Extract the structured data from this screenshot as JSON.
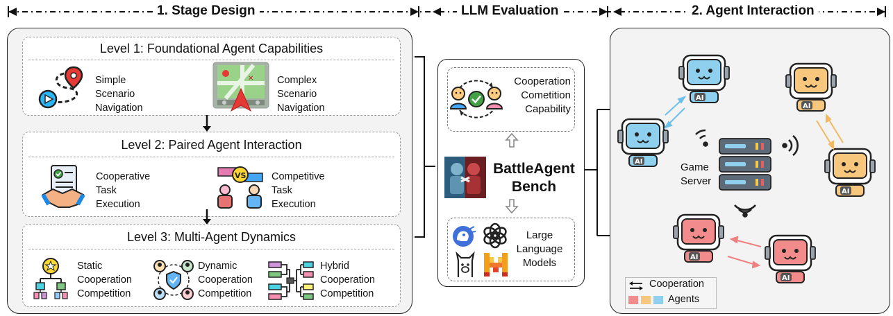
{
  "headers": {
    "stage_design": "1. Stage Design",
    "llm_evaluation": "LLM Evaluation",
    "agent_interaction": "2. Agent Interaction"
  },
  "levels": [
    {
      "title": "Level 1: Foundational Agent Capabilities",
      "items": [
        {
          "icon": "map-route-icon",
          "label_lines": [
            "Simple",
            "Scenario",
            "Navigation"
          ]
        },
        {
          "icon": "navigation-map-icon",
          "label_lines": [
            "Complex",
            "Scenario",
            "Navigation"
          ]
        }
      ]
    },
    {
      "title": "Level 2: Paired Agent Interaction",
      "items": [
        {
          "icon": "handshake-contract-icon",
          "label_lines": [
            "Cooperative",
            "Task",
            "Execution"
          ]
        },
        {
          "icon": "versus-players-icon",
          "label_lines": [
            "Competitive",
            "Task",
            "Execution"
          ]
        }
      ]
    },
    {
      "title": "Level 3: Multi-Agent Dynamics",
      "items": [
        {
          "icon": "hierarchy-star-icon",
          "label_lines": [
            "Static",
            "Cooperation",
            "Competition"
          ]
        },
        {
          "icon": "shield-cycle-icon",
          "label_lines": [
            "Dynamic",
            "Cooperation",
            "Competition"
          ]
        },
        {
          "icon": "hybrid-tree-icon",
          "label_lines": [
            "Hybrid",
            "Cooperation",
            "Competition"
          ]
        }
      ]
    }
  ],
  "evaluation": {
    "capability": {
      "icon": "cooperation-check-icon",
      "label_lines": [
        "Cooperation",
        "Cometition",
        "Capability"
      ]
    },
    "bench": {
      "icon": "battle-robots-icon",
      "label_lines": [
        "BattleAgent",
        "Bench"
      ]
    },
    "models": {
      "icons": [
        "llm-logo-icon",
        "openai-logo-icon",
        "llama-logo-icon",
        "mistral-logo-icon"
      ],
      "label_lines": [
        "Large",
        "Language",
        "Models"
      ]
    }
  },
  "interaction": {
    "server_label_lines": [
      "Game",
      "Server"
    ],
    "robot_badge": "AI",
    "legend": {
      "arrow_label": "Cooperation",
      "agents_label": "Agents",
      "colors": [
        "#f28b8b",
        "#f7c77e",
        "#8fd0ee"
      ]
    },
    "colors": {
      "blue": "#8fd0ee",
      "orange": "#f7c77e",
      "red": "#f28b8b"
    }
  }
}
